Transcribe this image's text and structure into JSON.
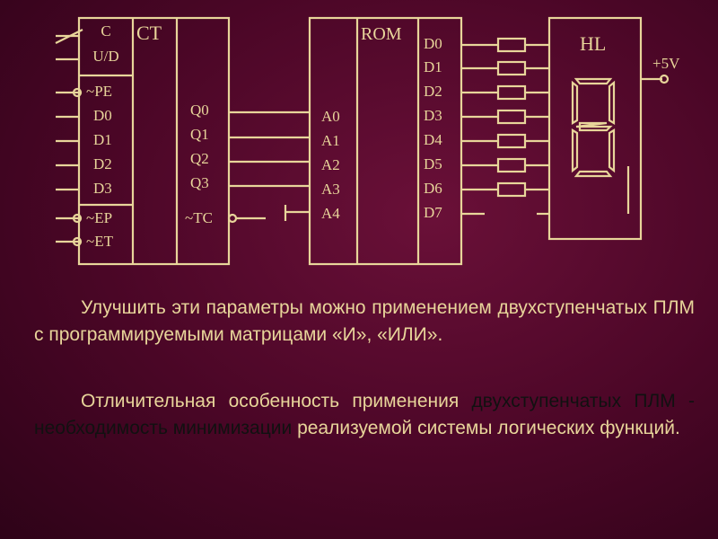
{
  "colors": {
    "line": "#e8d59a",
    "text": "#e8d59a",
    "emphasis": "#111111",
    "background": "#4a0626"
  },
  "counter": {
    "title": "CT",
    "inputs_top": [
      "C",
      "U/D"
    ],
    "inputs_load": [
      "~PE",
      "D0",
      "D1",
      "D2",
      "D3"
    ],
    "inputs_enable": [
      "~EP",
      "~ET"
    ],
    "outputs": [
      "Q0",
      "Q1",
      "Q2",
      "Q3"
    ],
    "carry": "~TC"
  },
  "rom": {
    "title": "ROM",
    "inputs": [
      "A0",
      "A1",
      "A2",
      "A3",
      "A4"
    ],
    "outputs": [
      "D0",
      "D1",
      "D2",
      "D3",
      "D4",
      "D5",
      "D6",
      "D7"
    ]
  },
  "display": {
    "title": "HL",
    "supply": "+5V"
  },
  "paragraphs": {
    "p1": "Улучшить эти параметры можно применением двухступенчатых ПЛМ с программируемыми матрицами «И», «ИЛИ».",
    "p2_part1": "Отличительная особенность применения ",
    "p2_part2": "двухступенчатых ПЛМ - необходимость минимизации",
    "p2_part3": " реализуемой системы логических функций."
  }
}
